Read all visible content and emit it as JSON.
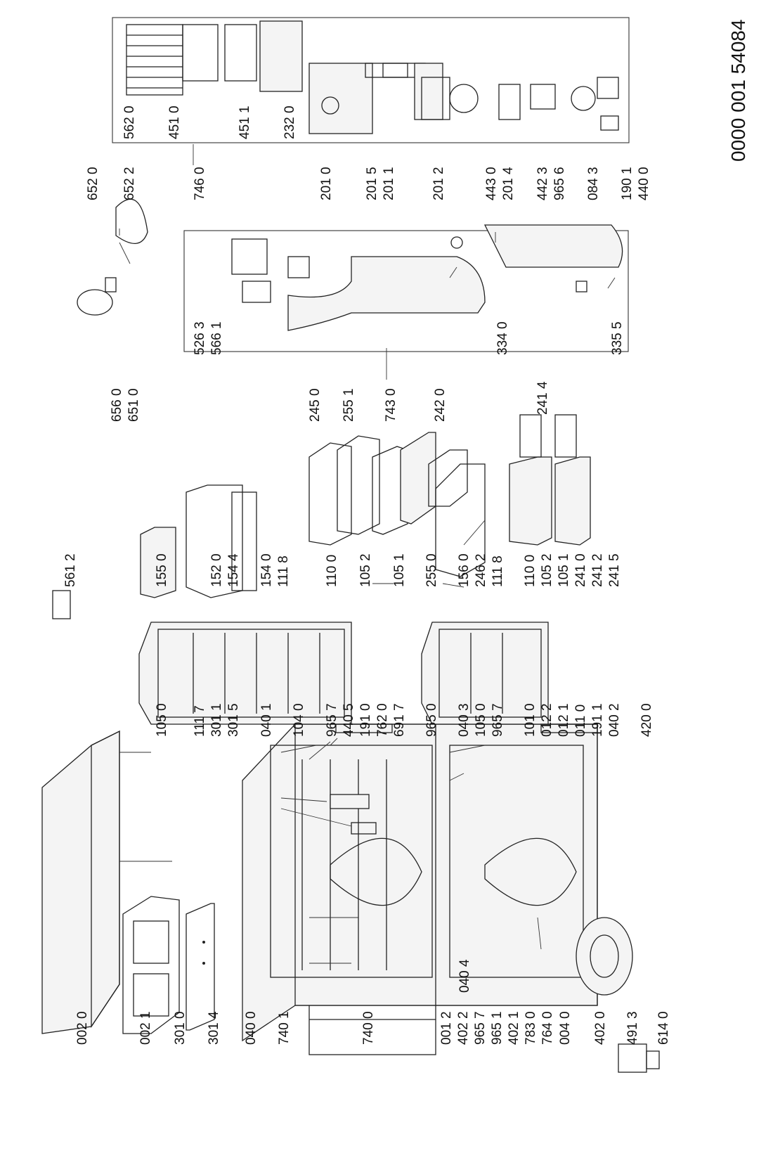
{
  "document_number": "0000 001 54084",
  "labels": [
    {
      "id": "l1",
      "text": "002 0"
    },
    {
      "id": "l2",
      "text": "002 1"
    },
    {
      "id": "l3",
      "text": "301 0"
    },
    {
      "id": "l4",
      "text": "301 4"
    },
    {
      "id": "l5",
      "text": "040 0"
    },
    {
      "id": "l6",
      "text": "740 1"
    },
    {
      "id": "l7",
      "text": "740 0"
    },
    {
      "id": "l8",
      "text": "001 2"
    },
    {
      "id": "l9",
      "text": "402 2"
    },
    {
      "id": "l10",
      "text": "965 7"
    },
    {
      "id": "l11",
      "text": "965 1"
    },
    {
      "id": "l12",
      "text": "402 1"
    },
    {
      "id": "l13",
      "text": "783 0"
    },
    {
      "id": "l14",
      "text": "764 0"
    },
    {
      "id": "l15",
      "text": "004 0"
    },
    {
      "id": "l16",
      "text": "402 0"
    },
    {
      "id": "l17",
      "text": "491 3"
    },
    {
      "id": "l18",
      "text": "614 0"
    },
    {
      "id": "l19",
      "text": "040 4"
    },
    {
      "id": "l20",
      "text": "105 0"
    },
    {
      "id": "l21",
      "text": "111 7"
    },
    {
      "id": "l22",
      "text": "301 1"
    },
    {
      "id": "l23",
      "text": "301 5"
    },
    {
      "id": "l24",
      "text": "040 1"
    },
    {
      "id": "l25",
      "text": "104 0"
    },
    {
      "id": "l26",
      "text": "965 7"
    },
    {
      "id": "l27",
      "text": "440 5"
    },
    {
      "id": "l28",
      "text": "191 0"
    },
    {
      "id": "l29",
      "text": "762 0"
    },
    {
      "id": "l30",
      "text": "691 7"
    },
    {
      "id": "l31",
      "text": "965 0"
    },
    {
      "id": "l32",
      "text": "040 3"
    },
    {
      "id": "l33",
      "text": "105 0"
    },
    {
      "id": "l34",
      "text": "965 7"
    },
    {
      "id": "l35",
      "text": "101 0"
    },
    {
      "id": "l36",
      "text": "012 2"
    },
    {
      "id": "l37",
      "text": "012 1"
    },
    {
      "id": "l38",
      "text": "011 0"
    },
    {
      "id": "l39",
      "text": "191 1"
    },
    {
      "id": "l40",
      "text": "040 2"
    },
    {
      "id": "l41",
      "text": "420 0"
    },
    {
      "id": "l42",
      "text": "561 2"
    },
    {
      "id": "l43",
      "text": "155 0"
    },
    {
      "id": "l44",
      "text": "152 0"
    },
    {
      "id": "l45",
      "text": "154 4"
    },
    {
      "id": "l46",
      "text": "154 0"
    },
    {
      "id": "l47",
      "text": "111 8"
    },
    {
      "id": "l48",
      "text": "110 0"
    },
    {
      "id": "l49",
      "text": "105 2"
    },
    {
      "id": "l50",
      "text": "105 1"
    },
    {
      "id": "l51",
      "text": "255 0"
    },
    {
      "id": "l52",
      "text": "156 0"
    },
    {
      "id": "l53",
      "text": "246 2"
    },
    {
      "id": "l54",
      "text": "111 8"
    },
    {
      "id": "l55",
      "text": "110 0"
    },
    {
      "id": "l56",
      "text": "105 2"
    },
    {
      "id": "l57",
      "text": "105 1"
    },
    {
      "id": "l58",
      "text": "241 0"
    },
    {
      "id": "l59",
      "text": "241 2"
    },
    {
      "id": "l60",
      "text": "241 5"
    },
    {
      "id": "l61",
      "text": "656 0"
    },
    {
      "id": "l62",
      "text": "651 0"
    },
    {
      "id": "l63",
      "text": "245 0"
    },
    {
      "id": "l64",
      "text": "255 1"
    },
    {
      "id": "l65",
      "text": "743 0"
    },
    {
      "id": "l66",
      "text": "242 0"
    },
    {
      "id": "l67",
      "text": "241 4"
    },
    {
      "id": "l68",
      "text": "526 3"
    },
    {
      "id": "l69",
      "text": "566 1"
    },
    {
      "id": "l70",
      "text": "334 0"
    },
    {
      "id": "l71",
      "text": "335 5"
    },
    {
      "id": "l72",
      "text": "652 0"
    },
    {
      "id": "l73",
      "text": "652 2"
    },
    {
      "id": "l74",
      "text": "746 0"
    },
    {
      "id": "l75",
      "text": "562 0"
    },
    {
      "id": "l76",
      "text": "451 0"
    },
    {
      "id": "l77",
      "text": "451 1"
    },
    {
      "id": "l78",
      "text": "232 0"
    },
    {
      "id": "l79",
      "text": "201 0"
    },
    {
      "id": "l80",
      "text": "201 5"
    },
    {
      "id": "l81",
      "text": "201 1"
    },
    {
      "id": "l82",
      "text": "201 2"
    },
    {
      "id": "l83",
      "text": "443 0"
    },
    {
      "id": "l84",
      "text": "201 4"
    },
    {
      "id": "l85",
      "text": "442 3"
    },
    {
      "id": "l86",
      "text": "965 6"
    },
    {
      "id": "l87",
      "text": "084 3"
    },
    {
      "id": "l88",
      "text": "190 1"
    },
    {
      "id": "l89",
      "text": "440 0"
    }
  ]
}
